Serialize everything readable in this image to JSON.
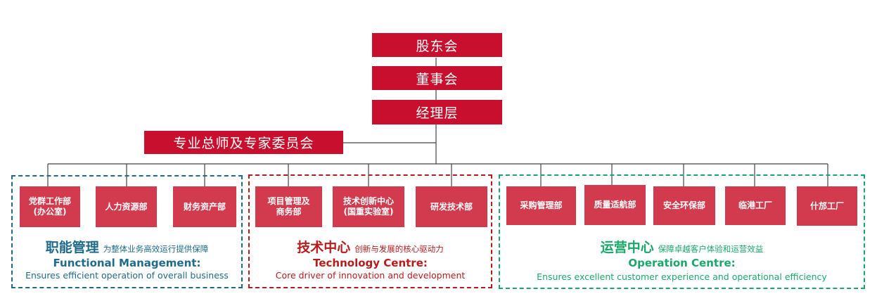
{
  "colors": {
    "primary_red": "#c8102e",
    "dept_red": "#d23a4e",
    "functional": "#1f6b8a",
    "technology": "#b71c1c",
    "operation": "#1aa86a",
    "line": "#444444"
  },
  "top": {
    "shareholders": "股东会",
    "board": "董事会",
    "management": "经理层",
    "experts": "专业总师及专家委员会"
  },
  "groups": {
    "functional": {
      "title_zh": "职能管理",
      "subtitle_zh": "为整体业务高效运行提供保障",
      "title_en": "Functional Management:",
      "desc_en": "Ensures efficient operation of overall business",
      "depts": [
        "党群工作部\n(办公室)",
        "人力资源部",
        "财务资产部"
      ]
    },
    "technology": {
      "title_zh": "技术中心",
      "subtitle_zh": "创新与发展的核心驱动力",
      "title_en": "Technology Centre:",
      "desc_en": "Core driver of innovation and development",
      "depts": [
        "项目管理及\n商务部",
        "技术创新中心\n(国重实验室)",
        "研发技术部"
      ]
    },
    "operation": {
      "title_zh": "运营中心",
      "subtitle_zh": "保障卓越客户体验和运营效益",
      "title_en": "Operation Centre:",
      "desc_en": "Ensures excellent customer experience and operational efficiency",
      "depts": [
        "采购管理部",
        "质量适航部",
        "安全环保部",
        "临港工厂",
        "什邡工厂"
      ]
    }
  }
}
